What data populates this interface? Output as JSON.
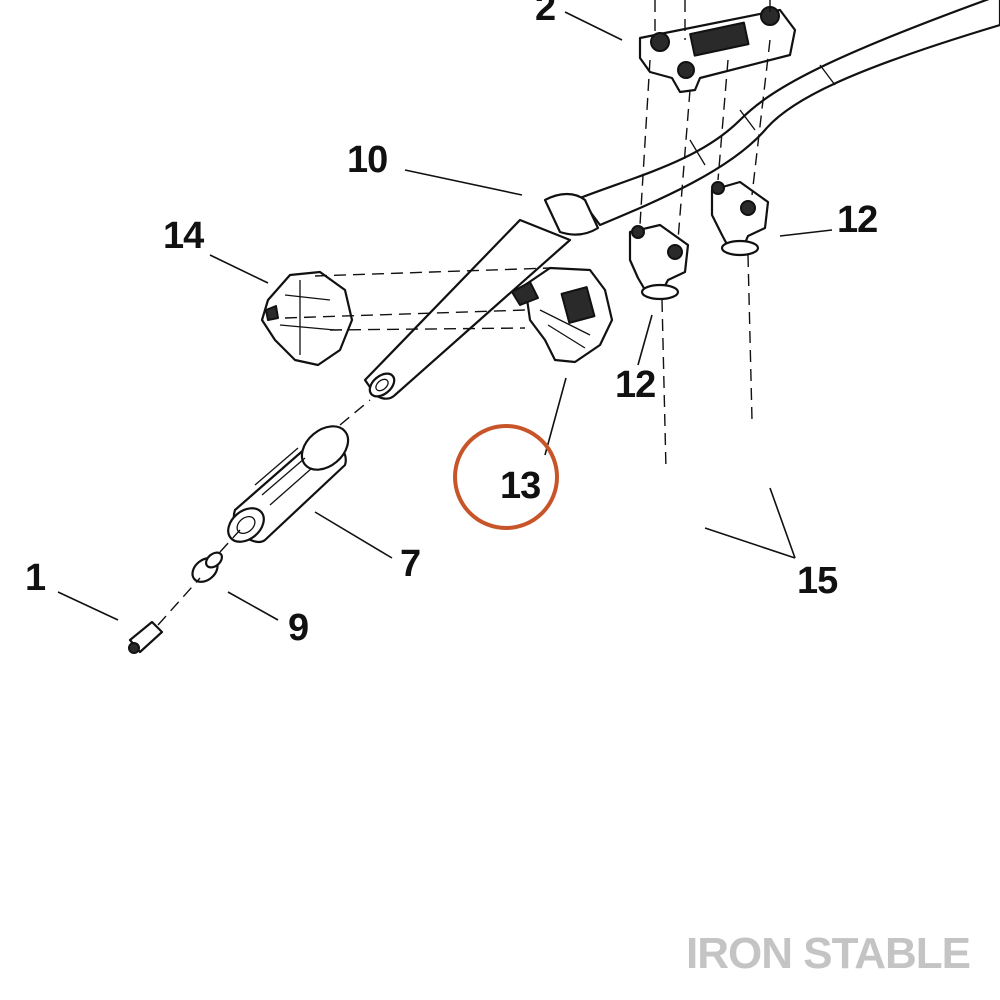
{
  "callouts": {
    "c1": "1",
    "c2": "2",
    "c7": "7",
    "c9": "9",
    "c10": "10",
    "c12a": "12",
    "c12b": "12",
    "c13": "13",
    "c14": "14",
    "c15": "15"
  },
  "highlight": {
    "callout": "13",
    "color": "#c8552a"
  },
  "watermark": {
    "text": "IRON STABLE",
    "color": "#c4c4c4"
  }
}
